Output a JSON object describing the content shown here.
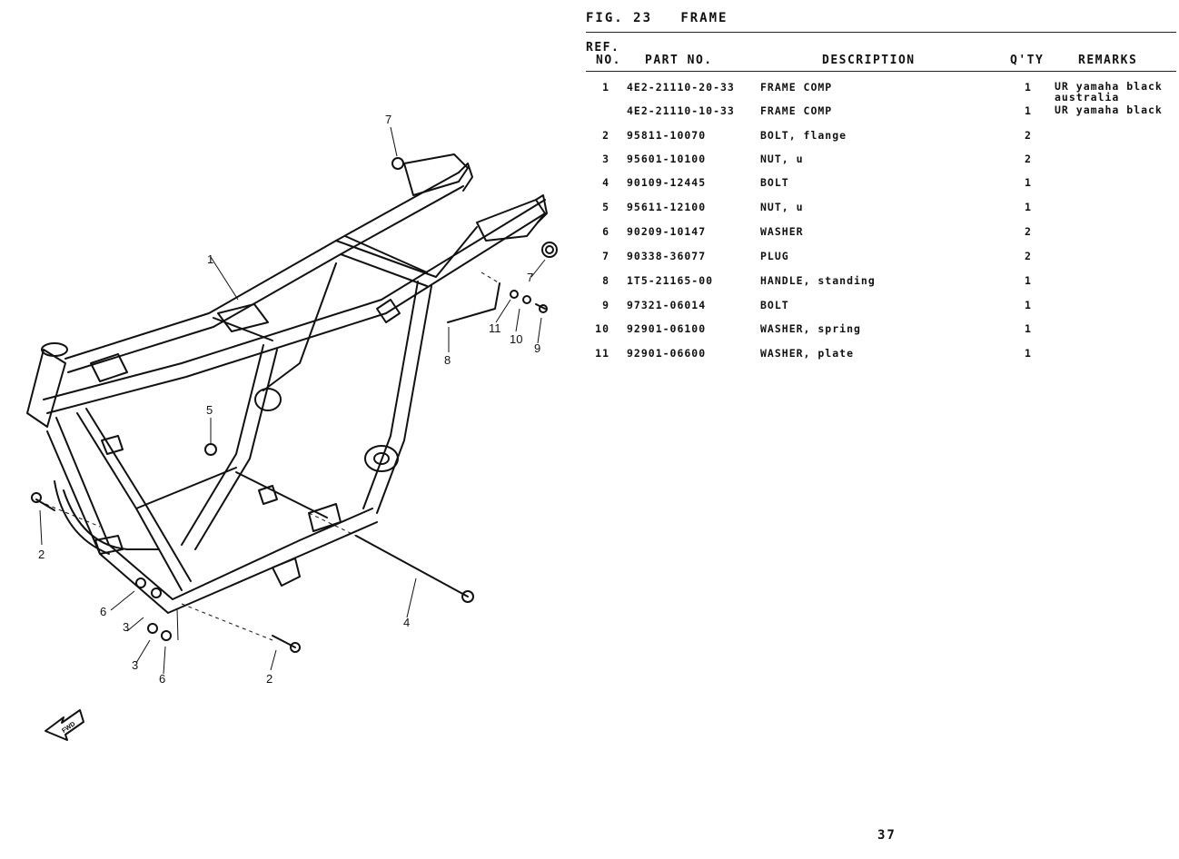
{
  "figure": {
    "label": "FIG. 23",
    "title": "FRAME"
  },
  "table": {
    "headers": {
      "ref_line1": "REF.",
      "ref_line2": "NO.",
      "part_no": "PART NO.",
      "description": "DESCRIPTION",
      "qty": "Q'TY",
      "remarks": "REMARKS"
    },
    "rows": [
      {
        "ref": "1",
        "part": "4E2-21110-20-33",
        "desc": "FRAME COMP",
        "qty": "1",
        "remarks": "UR yamaha black\naustralia"
      },
      {
        "ref": "",
        "part": "4E2-21110-10-33",
        "desc": "FRAME COMP",
        "qty": "1",
        "remarks": "UR yamaha black"
      },
      {
        "ref": "2",
        "part": "95811-10070",
        "desc": "BOLT, flange",
        "qty": "2",
        "remarks": ""
      },
      {
        "ref": "3",
        "part": "95601-10100",
        "desc": "NUT, u",
        "qty": "2",
        "remarks": ""
      },
      {
        "ref": "4",
        "part": "90109-12445",
        "desc": "BOLT",
        "qty": "1",
        "remarks": ""
      },
      {
        "ref": "5",
        "part": "95611-12100",
        "desc": "NUT, u",
        "qty": "1",
        "remarks": ""
      },
      {
        "ref": "6",
        "part": "90209-10147",
        "desc": "WASHER",
        "qty": "2",
        "remarks": ""
      },
      {
        "ref": "7",
        "part": "90338-36077",
        "desc": "PLUG",
        "qty": "2",
        "remarks": ""
      },
      {
        "ref": "8",
        "part": "1T5-21165-00",
        "desc": "HANDLE, standing",
        "qty": "1",
        "remarks": ""
      },
      {
        "ref": "9",
        "part": "97321-06014",
        "desc": "BOLT",
        "qty": "1",
        "remarks": ""
      },
      {
        "ref": "10",
        "part": "92901-06100",
        "desc": "WASHER, spring",
        "qty": "1",
        "remarks": ""
      },
      {
        "ref": "11",
        "part": "92901-06600",
        "desc": "WASHER, plate",
        "qty": "1",
        "remarks": ""
      }
    ]
  },
  "diagram": {
    "callouts": {
      "c1": "1",
      "c2a": "2",
      "c2b": "2",
      "c3a": "3",
      "c3b": "3",
      "c4": "4",
      "c5": "5",
      "c6a": "6",
      "c6b": "6",
      "c7a": "7",
      "c7b": "7",
      "c8": "8",
      "c9": "9",
      "c10": "10",
      "c11": "11"
    },
    "fwd_label": "FWD"
  },
  "page_number": "37"
}
